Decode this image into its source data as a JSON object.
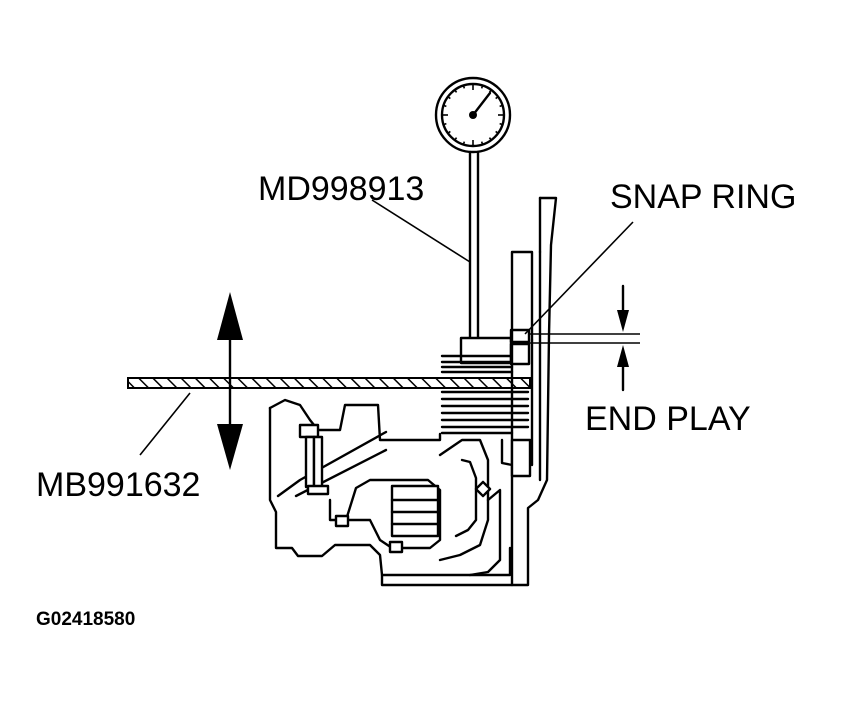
{
  "labels": {
    "dial_gauge": "MD998913",
    "snap_ring": "SNAP RING",
    "end_play": "END PLAY",
    "tool": "MB991632",
    "figure_id": "G02418580"
  },
  "colors": {
    "ink": "#000000",
    "paper": "#ffffff"
  },
  "icons": {
    "double_arrow": "vertical-double-arrow-icon",
    "dial_gauge": "dial-gauge-icon"
  }
}
